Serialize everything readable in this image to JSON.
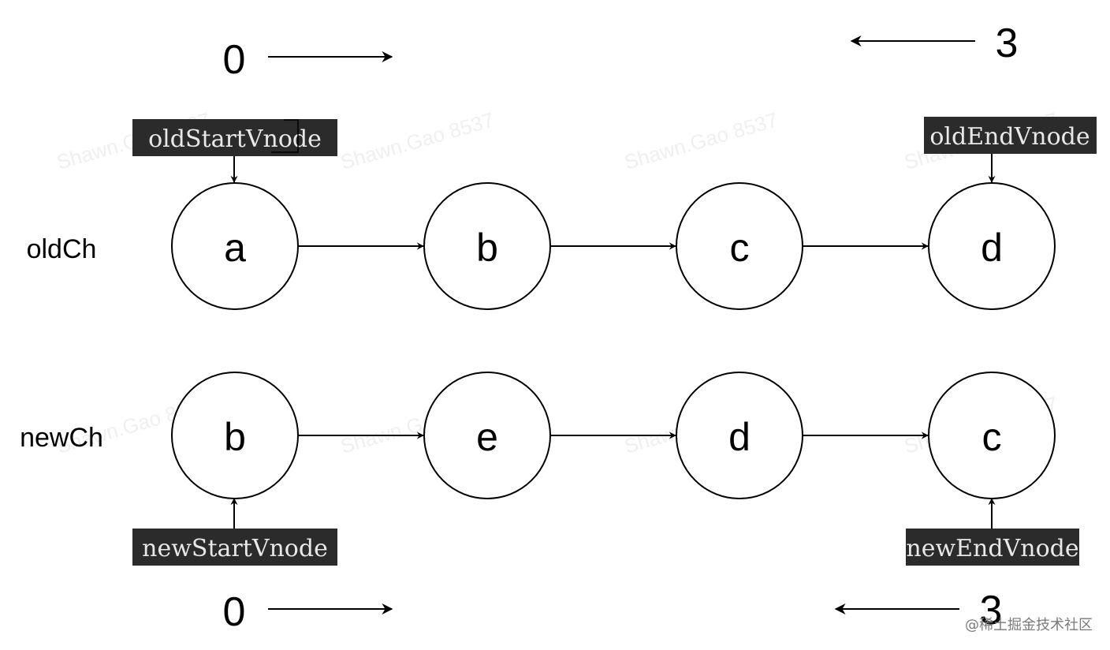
{
  "rows": {
    "old_label": "oldCh",
    "new_label": "newCh"
  },
  "old_nodes": [
    "a",
    "b",
    "c",
    "d"
  ],
  "new_nodes": [
    "b",
    "e",
    "d",
    "c"
  ],
  "pointers": {
    "old_start": "oldStartVnode",
    "old_end": "oldEndVnode",
    "new_start": "newStartVnode",
    "new_end": "newEndVnode"
  },
  "indices": {
    "top_start": "0",
    "top_end": "3",
    "bottom_start": "0",
    "bottom_end": "3"
  },
  "watermark": "Shawn.Gao 8537",
  "footer": "@稀土掘金技术社区",
  "colors": {
    "pointer_bg": "#2b2b2b",
    "pointer_text": "#e8e8e8",
    "stroke": "#000000"
  }
}
